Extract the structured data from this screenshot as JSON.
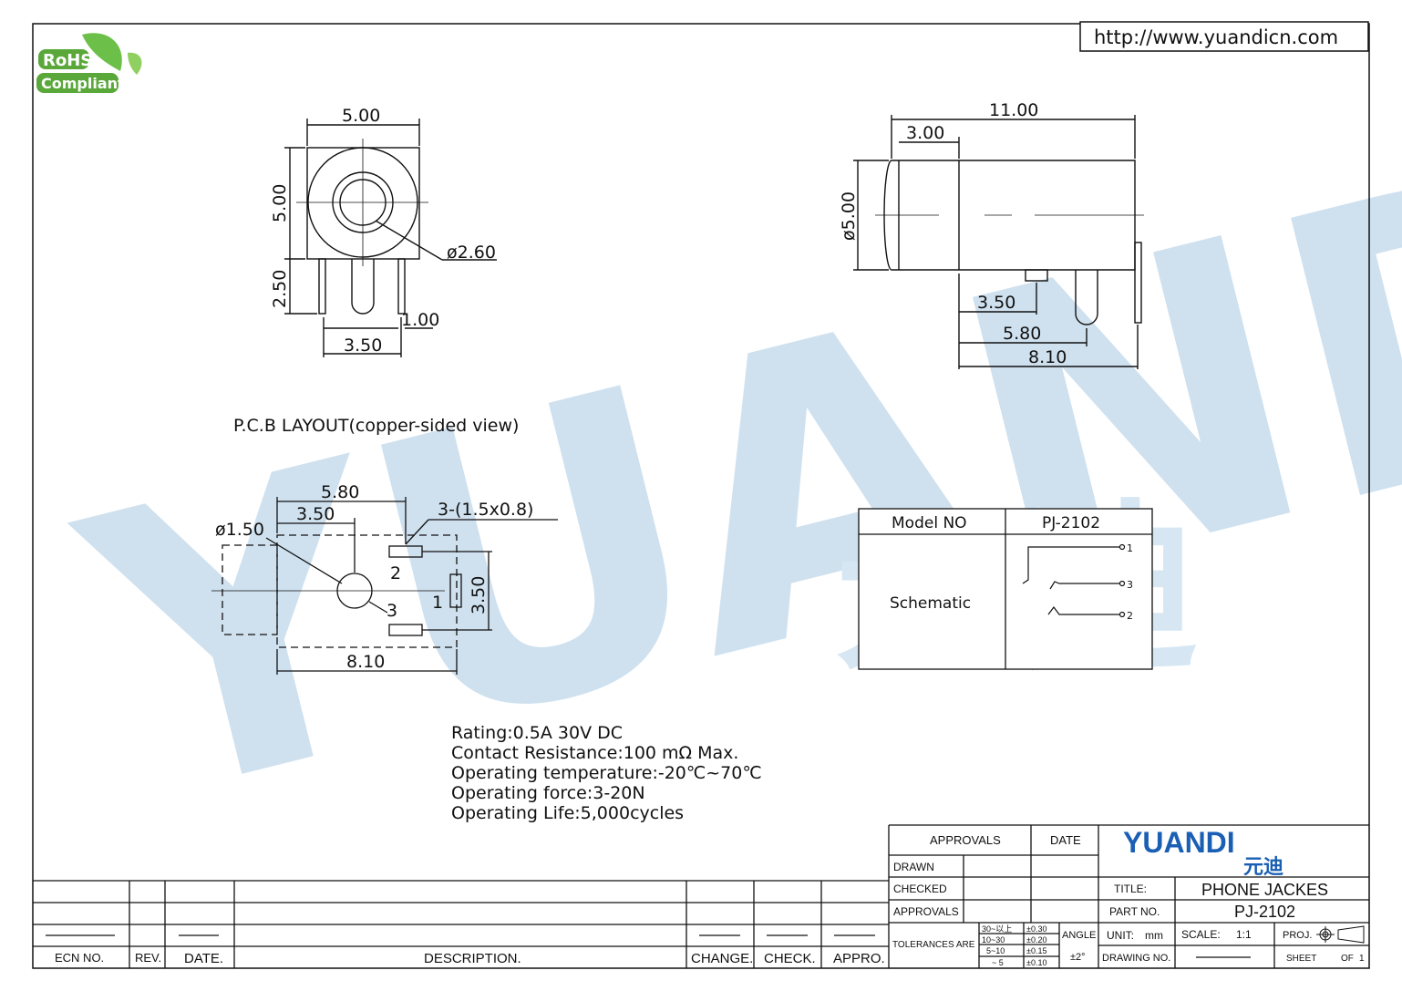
{
  "url": "http://www.yuandicn.com",
  "rohs": {
    "line1": "RoHS",
    "line2": "Compliant"
  },
  "watermark": {
    "latin": "YUANDI",
    "cjk": "元迪"
  },
  "front_view": {
    "width": "5.00",
    "height": "5.00",
    "pin_len": "2.50",
    "bore": "ø2.60",
    "pin_w": "1.00",
    "pin_pitch": "3.50"
  },
  "side_view": {
    "length": "11.00",
    "front": "3.00",
    "dia": "ø5.00",
    "d1": "3.50",
    "d2": "5.80",
    "d3": "8.10"
  },
  "pcb": {
    "title": "P.C.B LAYOUT(copper-sided view)",
    "d_580": "5.80",
    "d_350": "3.50",
    "hole": "ø1.50",
    "pads": "3-(1.5x0.8)",
    "d_350v": "3.50",
    "d_810": "8.10",
    "pin1": "1",
    "pin2": "2",
    "pin3": "3"
  },
  "model_box": {
    "model_label": "Model NO",
    "model_value": "PJ-2102",
    "schematic_label": "Schematic",
    "pins": [
      "1",
      "3",
      "2"
    ]
  },
  "specs": [
    "Rating:0.5A 30V DC",
    "Contact Resistance:100 mΩ Max.",
    "Operating temperature:-20℃~70℃",
    "Operating force:3-20N",
    "Operating Life:5,000cycles"
  ],
  "revision_block": {
    "ecn": "ECN NO.",
    "rev": "REV.",
    "date": "DATE.",
    "description": "DESCRIPTION.",
    "change": "CHANGE.",
    "check": "CHECK.",
    "appro": "APPRO."
  },
  "title_block": {
    "approvals_header": "APPROVALS",
    "date_header": "DATE",
    "drawn": "DRAWN",
    "checked": "CHECKED",
    "approvals": "APPROVALS",
    "tolerances": "TOLERANCES ARE",
    "tol_ranges": [
      "30~以上",
      "10~30",
      "5~10",
      "~ 5"
    ],
    "tol_values": [
      "±0.30",
      "±0.20",
      "±0.15",
      "±0.10"
    ],
    "angle_label": "ANGLE",
    "angle_value": "±2°",
    "logo_latin": "YUANDI",
    "logo_cjk": "元迪",
    "title_label": "TITLE:",
    "title_value": "PHONE JACKES",
    "part_label": "PART NO.",
    "part_value": "PJ-2102",
    "unit_label": "UNIT:",
    "unit_value": "mm",
    "scale_label": "SCALE:",
    "scale_value": "1:1",
    "proj_label": "PROJ.",
    "drawing_label": "DRAWING NO.",
    "sheet_label": "SHEET",
    "sheet_of": "OF",
    "sheet_total": "1"
  },
  "colors": {
    "watermark_blue": "#c7dced",
    "watermark_green": "#d8eed8",
    "rohs_green": "#5aa83a",
    "logo_blue": "#1a5fb4",
    "line": "#111111"
  }
}
